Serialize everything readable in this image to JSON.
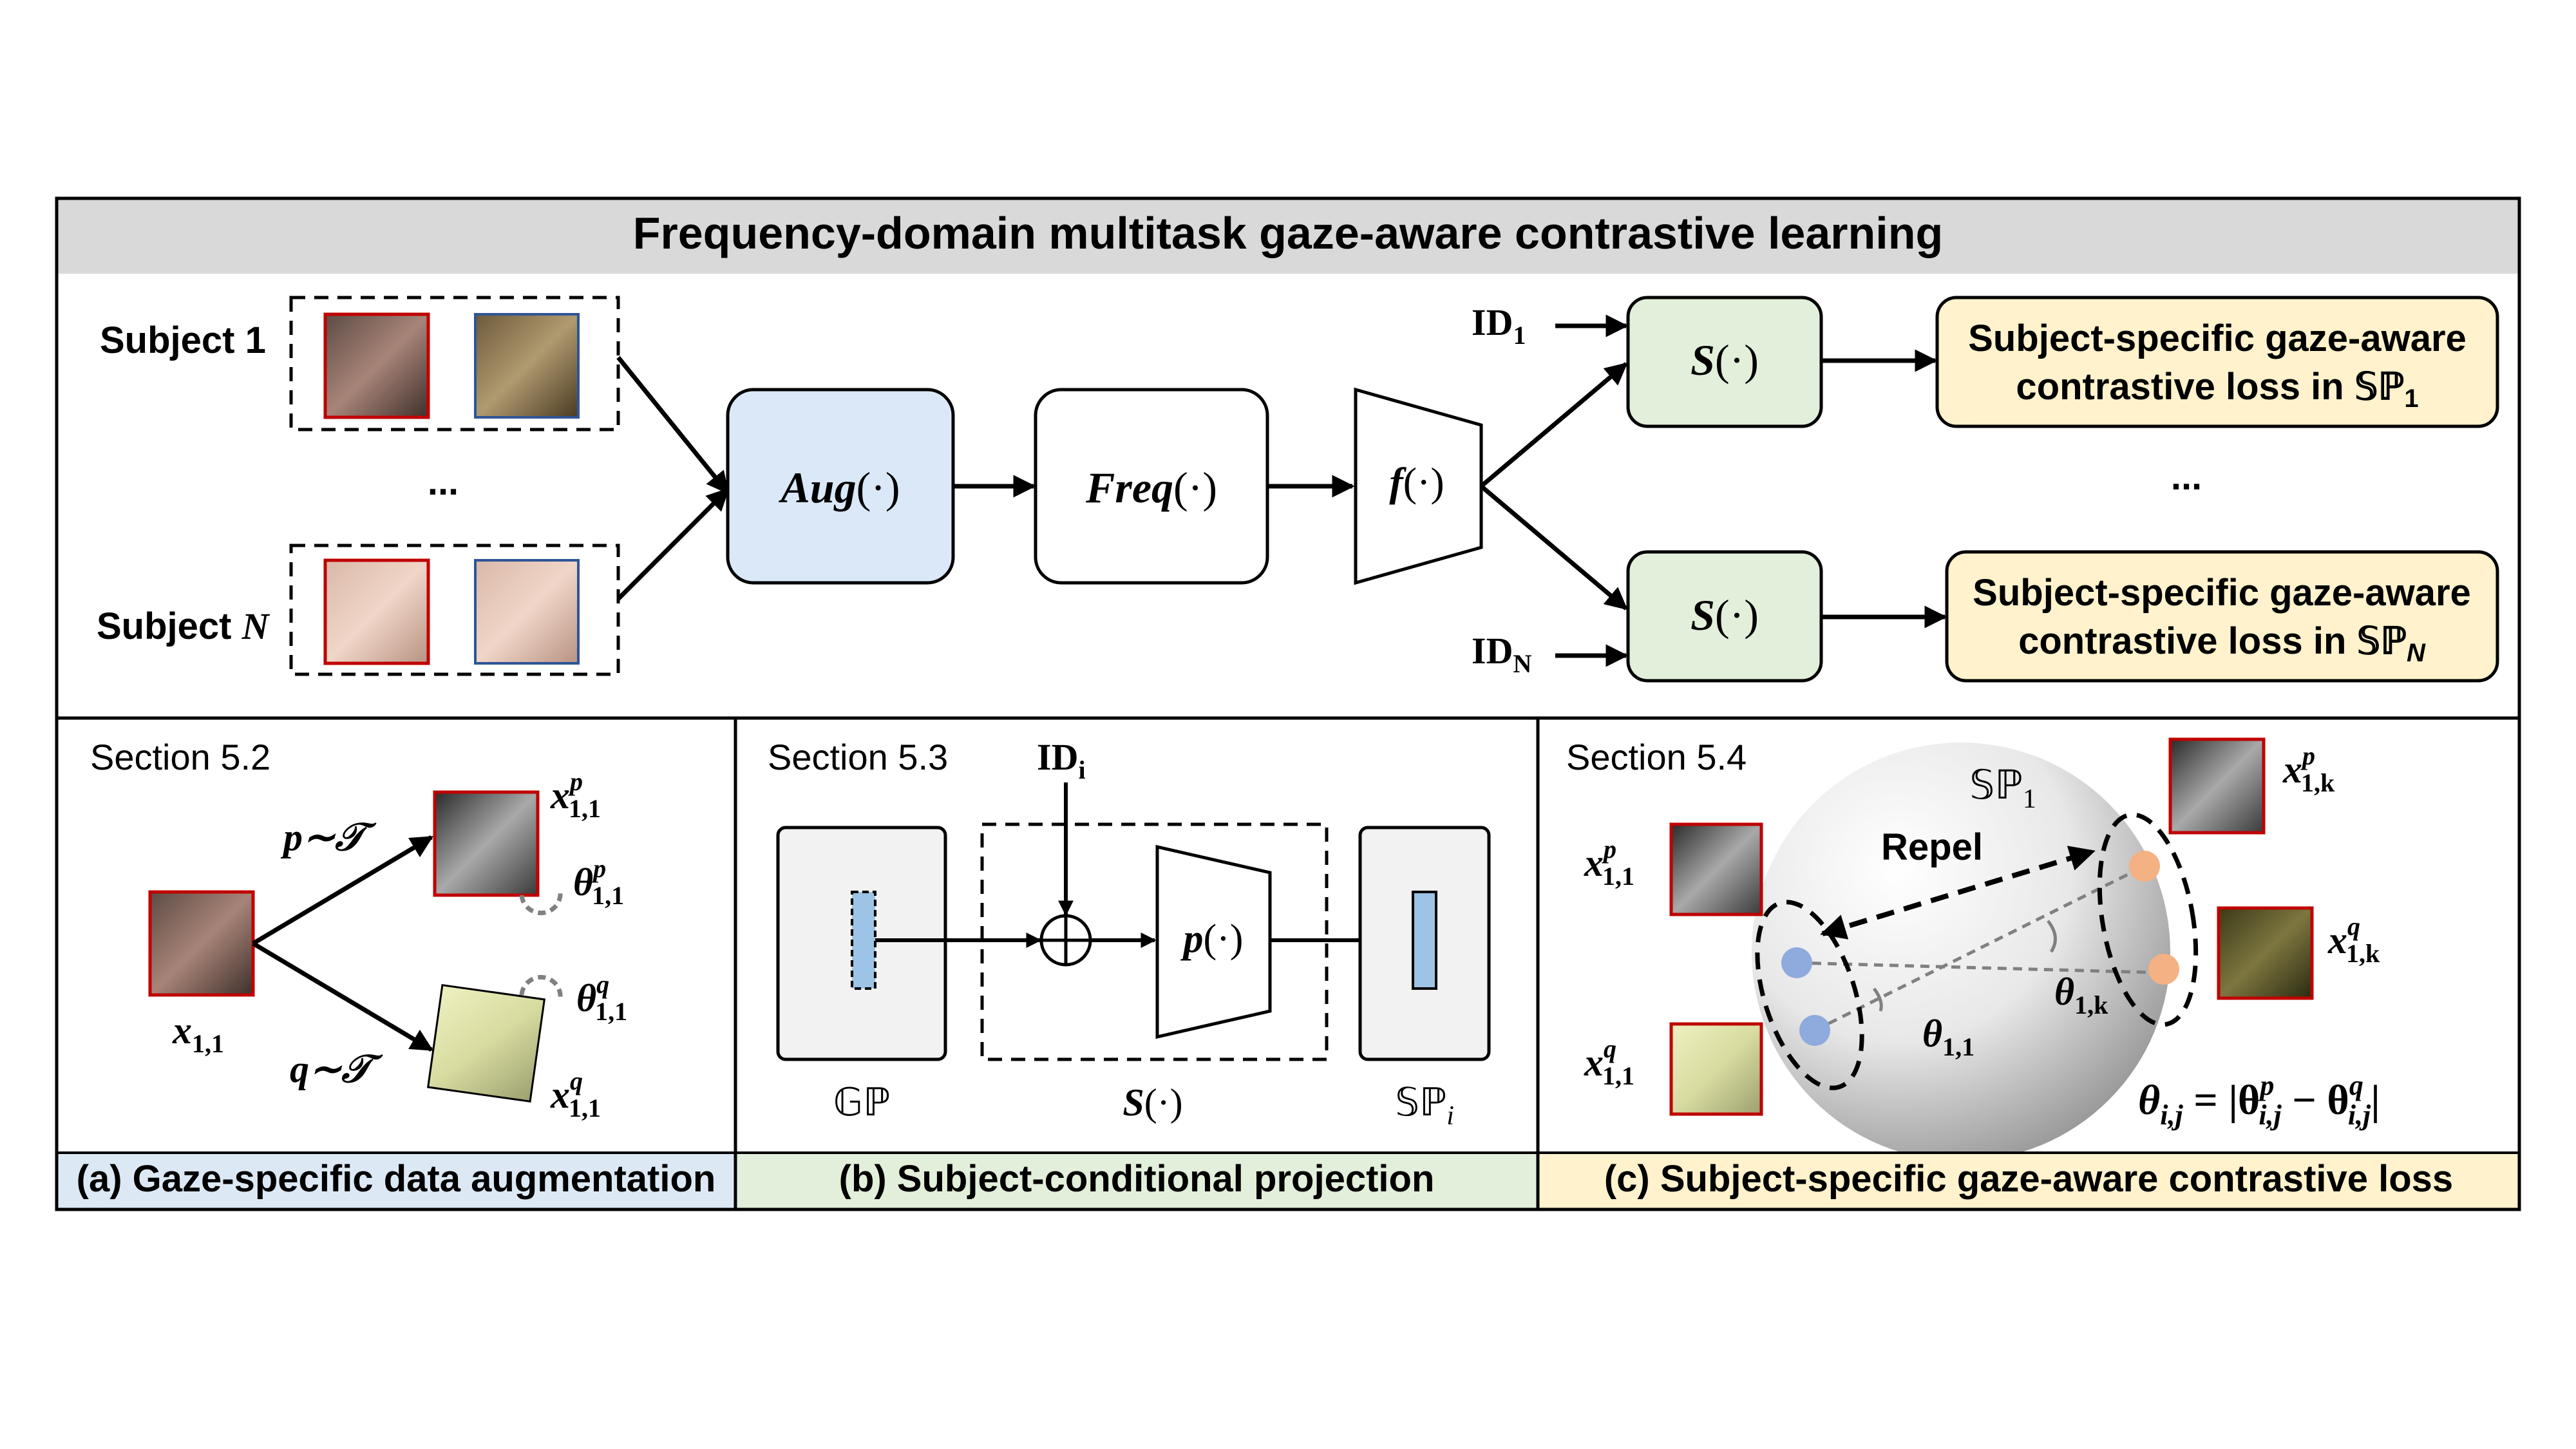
{
  "title": "Frequency-domain multitask gaze-aware contrastive learning",
  "top": {
    "subject_1": "Subject 1",
    "subject_n_prefix": "Subject ",
    "subject_n_var": "N",
    "ellipsis_left": "...",
    "ellipsis_right": "...",
    "aug_fn": "Aug",
    "freq_fn": "Freq",
    "f_fn": "f",
    "paren": "(·)",
    "id_1": "ID",
    "id_1_sub": "1",
    "id_n": "ID",
    "id_n_sub": "N",
    "s_fn_1": "S",
    "s_fn_n": "S",
    "loss_1_line1": "Subject-specific gaze-aware",
    "loss_1_line2": "contrastive loss in 𝕊ℙ",
    "loss_1_sub": "1",
    "loss_n_line1": "Subject-specific gaze-aware",
    "loss_n_line2": "contrastive loss in 𝕊ℙ",
    "loss_n_sub": "N"
  },
  "panel_a": {
    "section": "Section 5.2",
    "x_label": "x",
    "x_sub": "1,1",
    "p_label": "p∼𝒯",
    "q_label": "q∼𝒯",
    "xp_label": "x",
    "xp_sup": "p",
    "xp_sub": "1,1",
    "xq_label": "x",
    "xq_sup": "q",
    "xq_sub": "1,1",
    "theta_p": "θ",
    "theta_p_sup": "p",
    "theta_p_sub": "1,1",
    "theta_q": "θ",
    "theta_q_sup": "q",
    "theta_q_sub": "1,1",
    "caption": "(a) Gaze-specific data augmentation",
    "caption_bg": "#dce9f5"
  },
  "panel_b": {
    "section": "Section 5.3",
    "id_i": "ID",
    "id_i_sub": "i",
    "p_fn": "p",
    "paren": "(·)",
    "gp_label": "𝔾ℙ",
    "s_label": "S",
    "s_paren": "(·)",
    "sp_label": "𝕊ℙ",
    "sp_sub": "i",
    "caption": "(b) Subject-conditional projection",
    "caption_bg": "#e2efda"
  },
  "panel_c": {
    "section": "Section 5.4",
    "sp1_label": "𝕊ℙ",
    "sp1_sub": "1",
    "repel": "Repel",
    "theta_11": "θ",
    "theta_11_sub": "1,1",
    "theta_1k": "θ",
    "theta_1k_sub": "1,k",
    "xp11": "x",
    "xp11_sup": "p",
    "xp11_sub": "1,1",
    "xq11": "x",
    "xq11_sup": "q",
    "xq11_sub": "1,1",
    "xp1k": "x",
    "xp1k_sup": "p",
    "xp1k_sub": "1,k",
    "xq1k": "x",
    "xq1k_sup": "q",
    "xq1k_sub": "1,k",
    "eq_lhs": "θ",
    "eq_lhs_sub": "i,j",
    "eq_mid": " = |θ",
    "eq_p_sup": "p",
    "eq_p_sub": "i,j",
    "eq_minus": " − θ",
    "eq_q_sup": "q",
    "eq_q_sub": "i,j",
    "eq_end": "|",
    "caption": "(c) Subject-specific gaze-aware contrastive loss",
    "caption_bg": "#fff2cc"
  },
  "colors": {
    "title_bar": "#d9d9d9",
    "aug_box": "#dae8f7",
    "s_box": "#e2efda",
    "loss_box": "#fff2cc",
    "blue_dot": "#8faadc",
    "orange_dot": "#f4b183",
    "feature_bar": "#9dc3e6",
    "face_border": "#c00000"
  },
  "icons": {
    "face": "face-photo-icon",
    "sphere": "sphere-icon",
    "add": "circle-plus-icon",
    "rotate": "rotate-arrow-icon"
  }
}
